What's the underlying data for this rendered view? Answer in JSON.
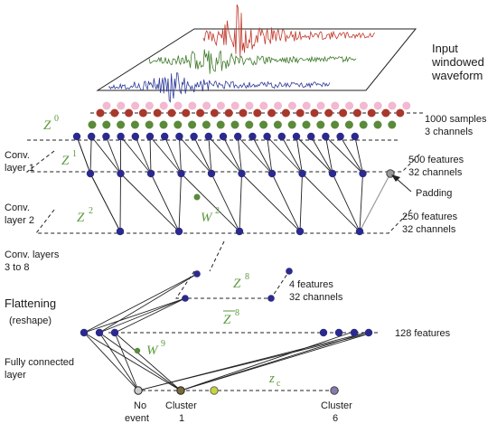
{
  "labels": {
    "input_waveform": [
      "Input",
      "windowed",
      "waveform"
    ],
    "samples": [
      "1000 samples",
      "3 channels"
    ],
    "features500": [
      "500 features",
      "32 channels"
    ],
    "padding": "Padding",
    "features250": [
      "250 features",
      "32 channels"
    ],
    "conv1": [
      "Conv.",
      "layer 1"
    ],
    "conv2": [
      "Conv.",
      "layer 2"
    ],
    "conv3to8": [
      "Conv. layers",
      "3 to 8"
    ],
    "features4": [
      "4 features",
      "32 channels"
    ],
    "flattening": "Flattening",
    "reshape": "(reshape)",
    "features128": "128 features",
    "fully_connected": [
      "Fully connected",
      "layer"
    ],
    "no_event": [
      "No",
      "event"
    ],
    "cluster1": [
      "Cluster",
      "1"
    ],
    "cluster6": [
      "Cluster",
      "6"
    ]
  },
  "symbols": {
    "z0": "Z",
    "z0_sup": "0",
    "z1": "Z",
    "z1_sup": "1",
    "z2": "Z",
    "z2_sup": "2",
    "w2": "W",
    "w2_sup": "2",
    "z8": "Z",
    "z8_sup": "8",
    "z8bar": "Z",
    "z8bar_sup": "8",
    "w9": "W",
    "w9_sup": "9",
    "zc": "z",
    "zc_sub": "c"
  },
  "colors": {
    "node_blue": "#2b2a8c",
    "node_green": "#5a8a3a",
    "node_red": "#a8382c",
    "node_pink": "#f2b9d0",
    "wave_red": "#c0392b",
    "wave_green": "#3f7a2a",
    "wave_blue": "#2e3a9c",
    "label_green": "#5a9a3c",
    "yellow_node": "#c8d43a",
    "purple_node": "#8a7ab0"
  }
}
